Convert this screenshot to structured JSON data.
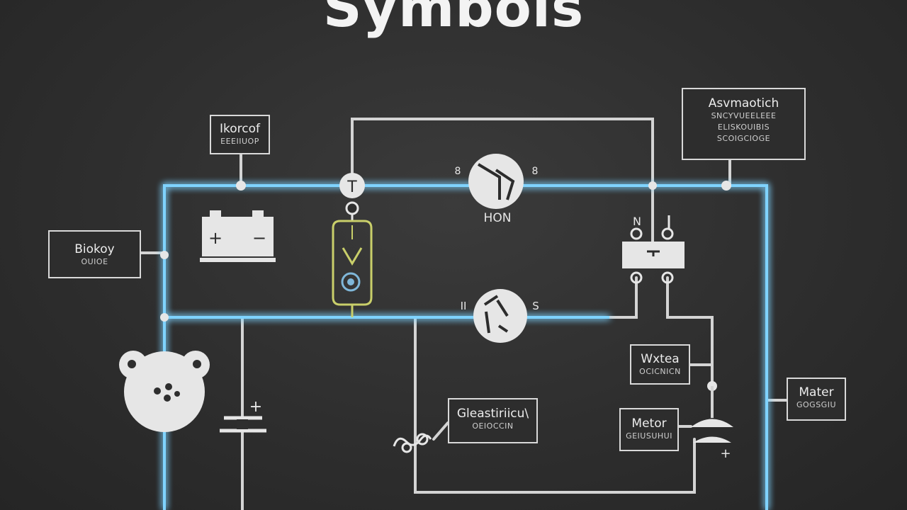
{
  "title": "Symbols",
  "labels": {
    "top_left": {
      "main": "Ikorcof",
      "sub": "EEEIIUOP"
    },
    "battery": {
      "main": "Biokoy",
      "sub": "OUIOE"
    },
    "asymmetric": {
      "main": "Asvmaotich",
      "lines": [
        "SNCYVUEELEEE",
        "ELISKOUIBIS",
        "SCOIGCIOGE"
      ]
    },
    "center": {
      "main": "Gleastiriicu\\",
      "sub": "OEIOCCIN"
    },
    "water": {
      "main": "Wxtea",
      "sub": "OCICNICN"
    },
    "motor_lower": {
      "main": "Metor",
      "sub": "GEIUSUHUI"
    },
    "motor_right": {
      "main": "Mater",
      "sub": "GOGSGIU"
    }
  },
  "component_text": {
    "switch_top_left": "8",
    "switch_top_right": "8",
    "switch_top_caption": "HON",
    "switch_bottom_left": "II",
    "switch_bottom_right": "S",
    "relay_left": "N",
    "transistor_mark": "T",
    "battery_plus": "+",
    "battery_minus": "−",
    "capacitor_plus": "+",
    "motor_plus": "+"
  },
  "colors": {
    "glow_wire": "#7fd3ff",
    "plain_wire": "#d4d4d4",
    "symbol_fill": "#e6e6e6",
    "led_outline": "#c9cf6a",
    "led_inner": "#7fb7d9"
  }
}
